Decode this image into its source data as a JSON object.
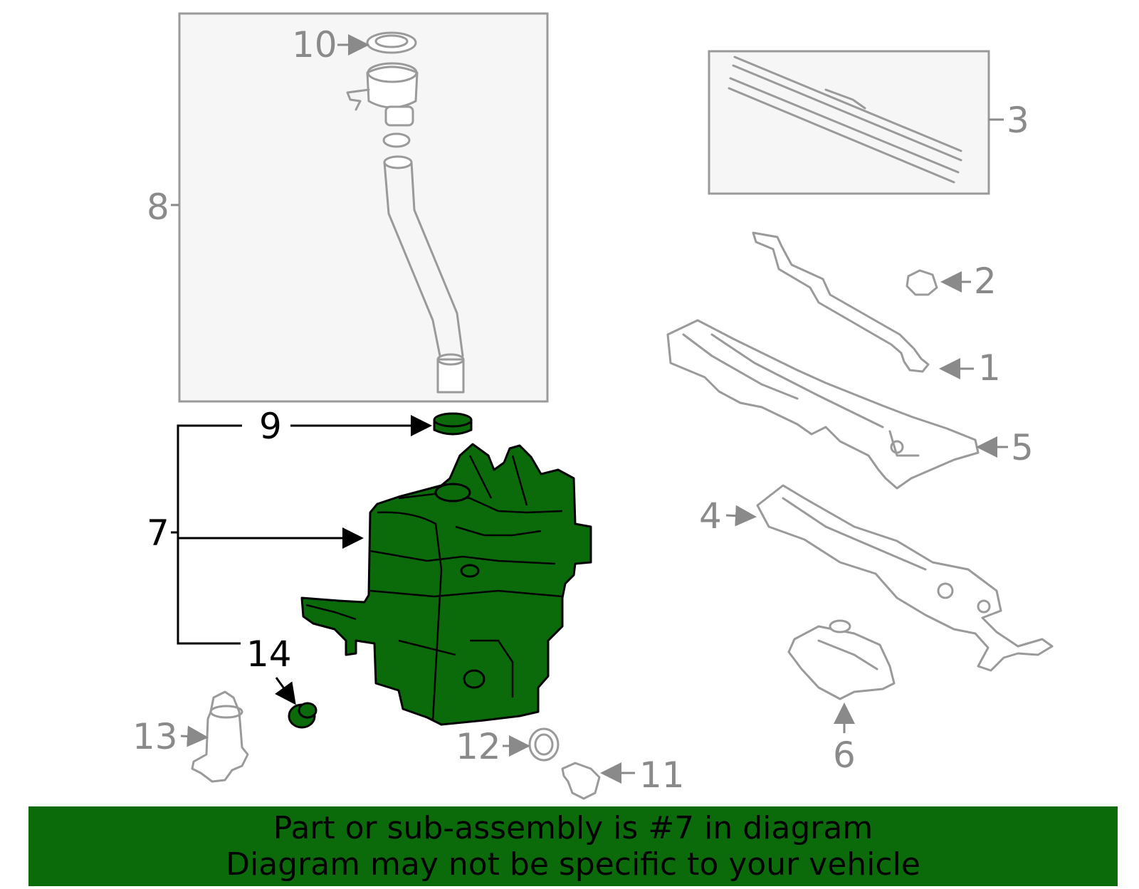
{
  "callouts": {
    "c1": "1",
    "c2": "2",
    "c3": "3",
    "c4": "4",
    "c5": "5",
    "c6": "6",
    "c7": "7",
    "c8": "8",
    "c9": "9",
    "c10": "10",
    "c11": "11",
    "c12": "12",
    "c13": "13",
    "c14": "14"
  },
  "highlight": {
    "part_number": "7",
    "color": "#0b6b0b"
  },
  "banner": {
    "line1": "Part or sub-assembly is #7 in diagram",
    "line2": "Diagram may not be specific to your vehicle"
  }
}
